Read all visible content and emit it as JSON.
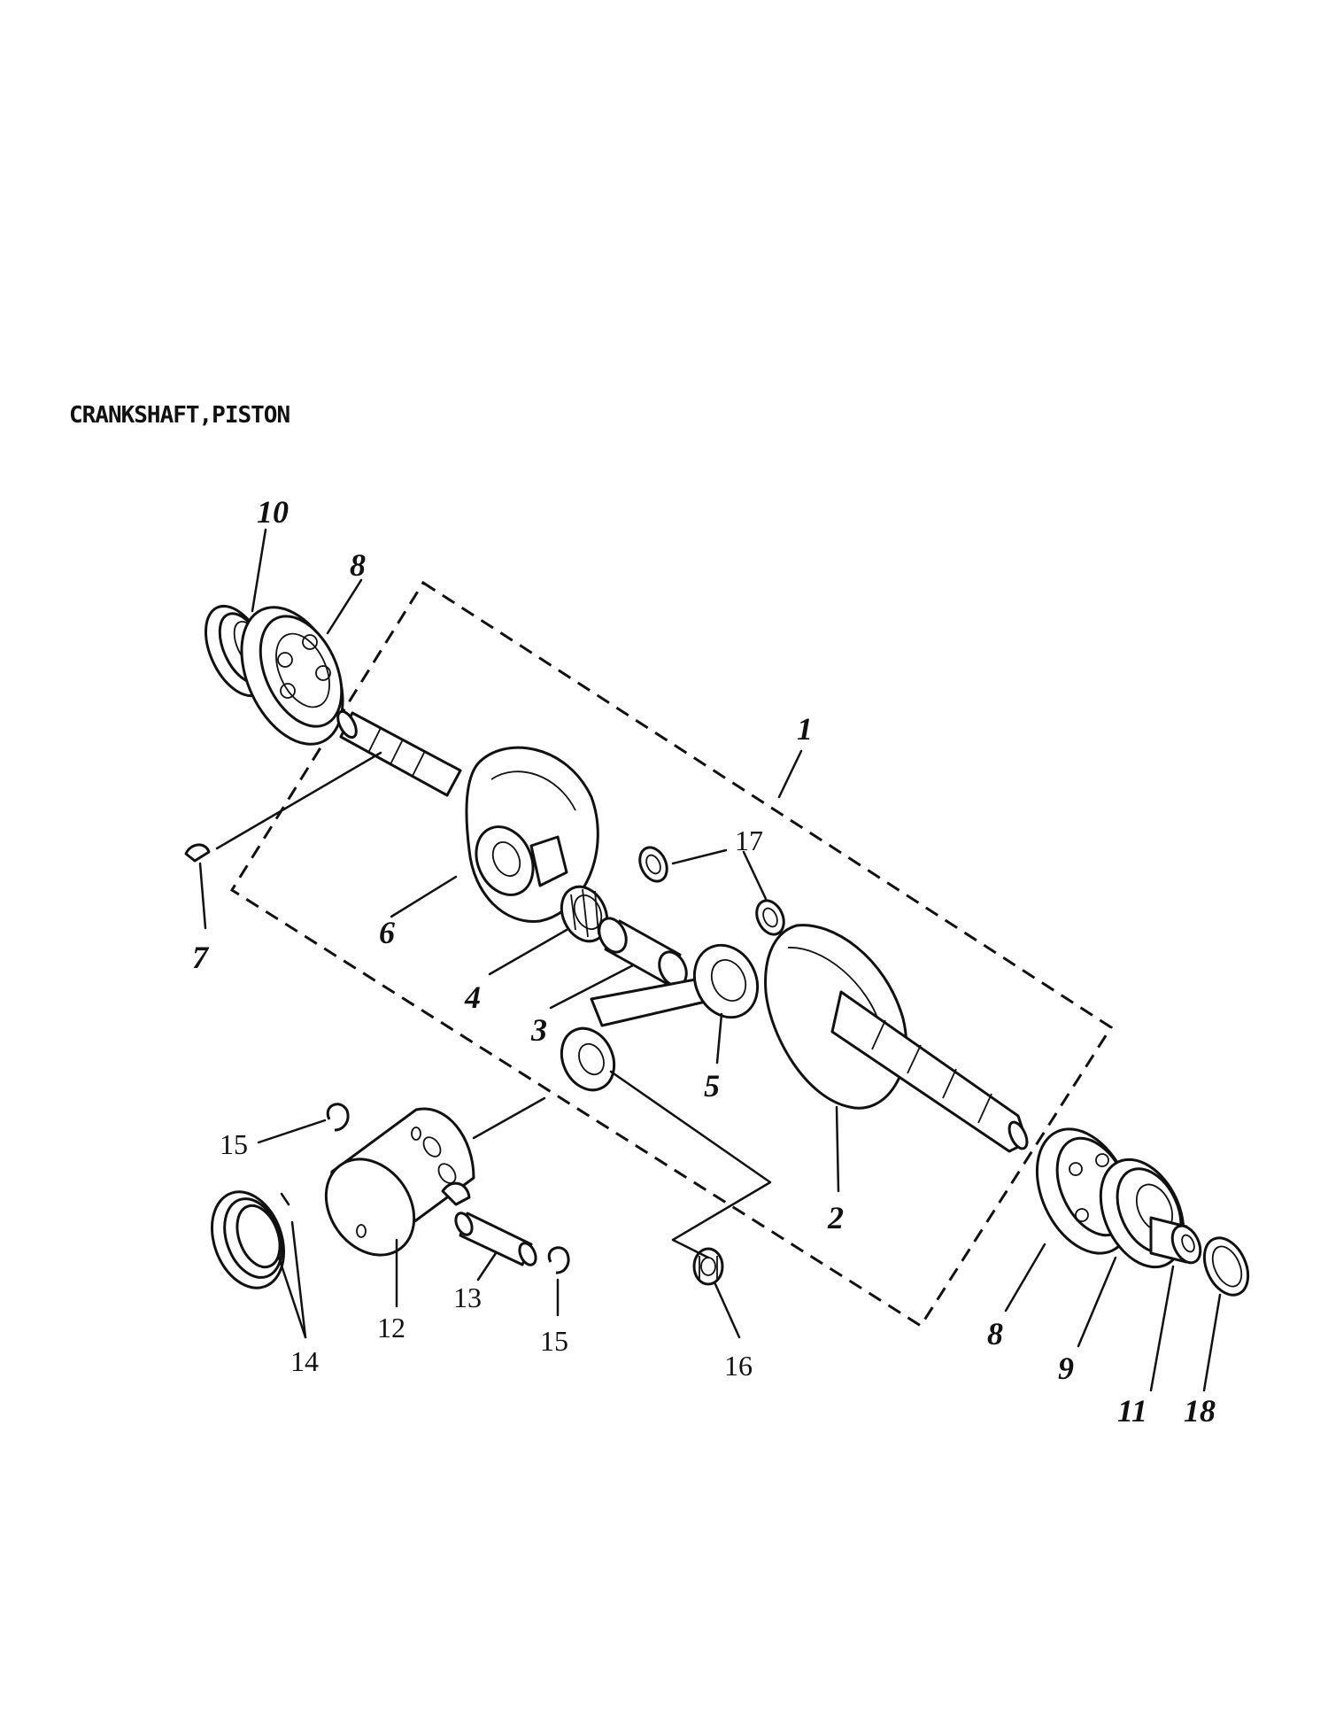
{
  "title": "CRANKSHAFT,PISTON",
  "callouts": {
    "c1": "1",
    "c2": "2",
    "c3": "3",
    "c4": "4",
    "c5": "5",
    "c6": "6",
    "c7": "7",
    "c8a": "8",
    "c8b": "8",
    "c9": "9",
    "c10": "10",
    "c11": "11",
    "c12": "12",
    "c13": "13",
    "c14": "14",
    "c15a": "15",
    "c15b": "15",
    "c16": "16",
    "c17": "17",
    "c18": "18"
  }
}
